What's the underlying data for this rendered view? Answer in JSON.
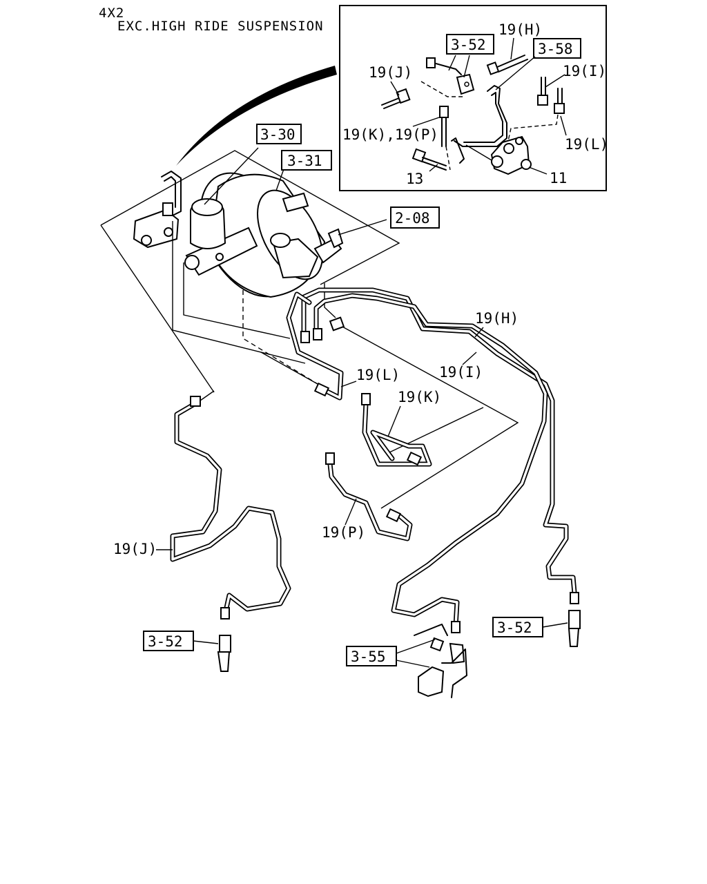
{
  "header": {
    "drive": "4X2",
    "condition": "EXC.HIGH RIDE SUSPENSION"
  },
  "inset": {
    "ref_boxes": [
      "3-52",
      "3-58"
    ],
    "labels": {
      "h": "19(H)",
      "i": "19(I)",
      "j": "19(J)",
      "kp": "19(K),19(P)",
      "l": "19(L)",
      "n13": "13",
      "n11": "11"
    }
  },
  "main": {
    "ref_boxes": {
      "r330": "3-30",
      "r331": "3-31",
      "r208": "2-08",
      "r352_left": "3-52",
      "r352_right": "3-52",
      "r355": "3-55"
    },
    "labels": {
      "h": "19(H)",
      "i": "19(I)",
      "l": "19(L)",
      "k": "19(K)",
      "p": "19(P)",
      "j": "19(J)"
    }
  },
  "colors": {
    "ink": "#000000",
    "paper": "#ffffff"
  }
}
